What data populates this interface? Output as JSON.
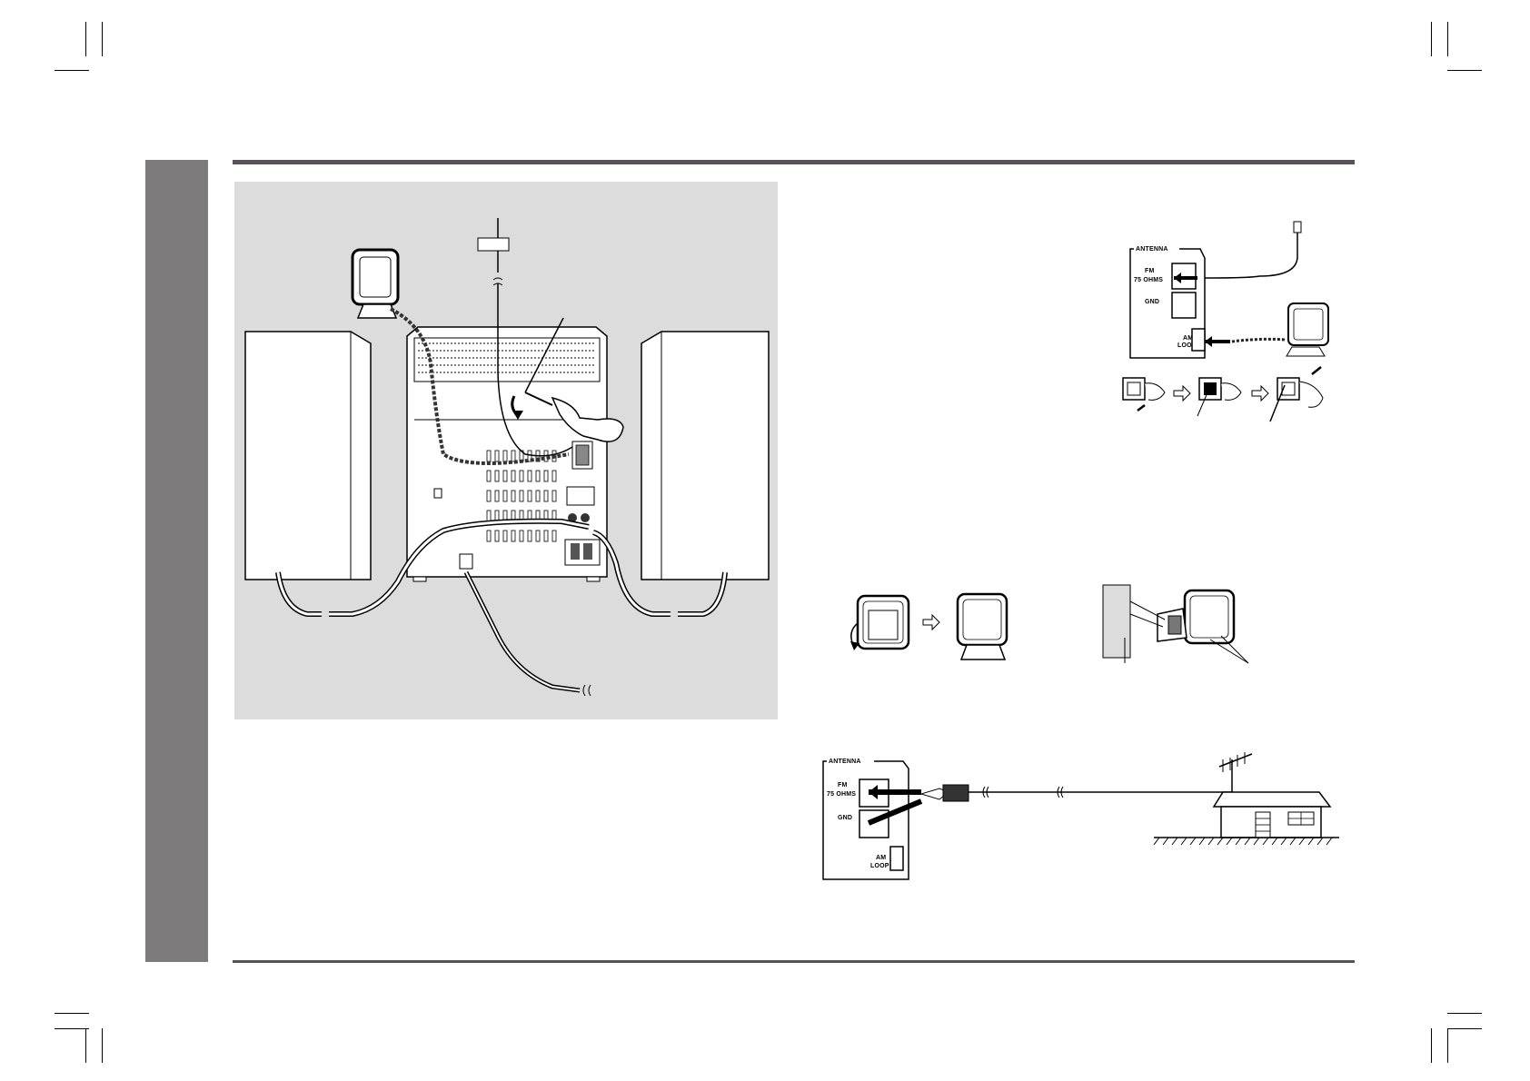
{
  "antenna_panel_top": {
    "header": "ANTENNA",
    "fm_label": "FM",
    "fm_ohms": "75 OHMS",
    "gnd_label": "GND",
    "am_label": "AM",
    "loop_label": "LOOP"
  },
  "antenna_panel_bottom": {
    "header": "ANTENNA",
    "fm_label": "FM",
    "fm_ohms": "75 OHMS",
    "gnd_label": "GND",
    "am_label": "AM",
    "loop_label": "LOOP"
  }
}
